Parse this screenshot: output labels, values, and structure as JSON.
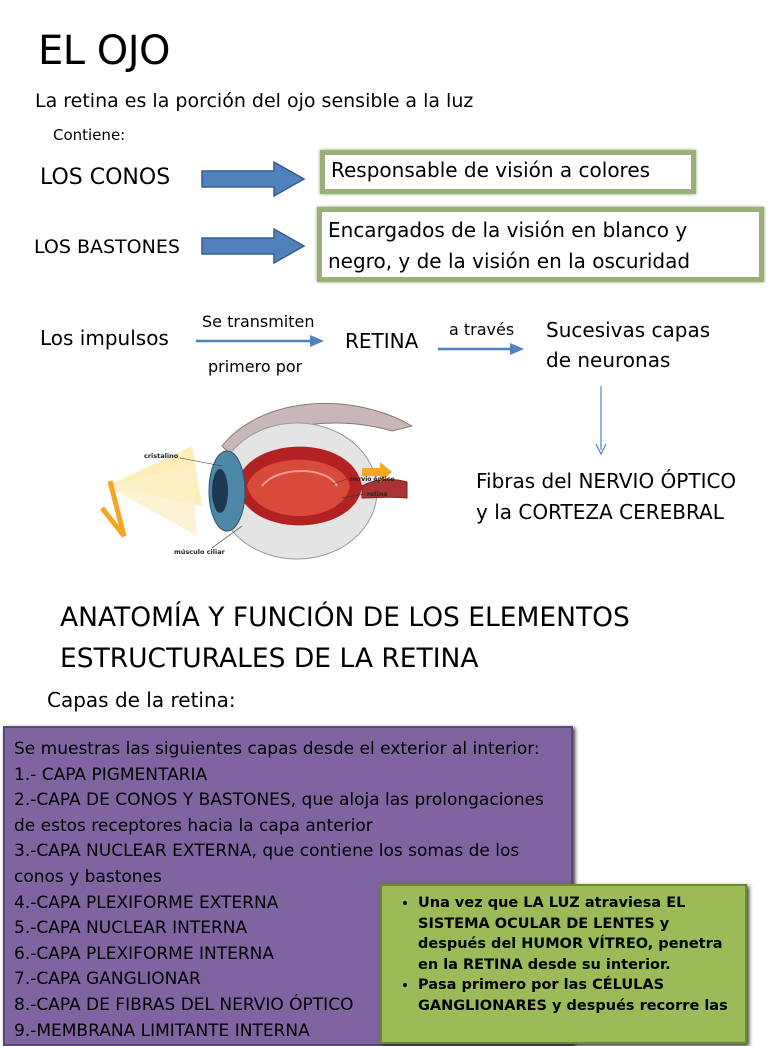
{
  "header": {
    "title": "EL OJO",
    "subtitle": "La retina es la porción del ojo sensible a la luz",
    "contiene": "Contiene:"
  },
  "receptors": [
    {
      "label": "LOS CONOS",
      "description": "Responsable de visión a colores"
    },
    {
      "label": "LOS BASTONES",
      "description_line1": "Encargados de la visión en blanco y",
      "description_line2": "negro, y de la visión en la oscuridad"
    }
  ],
  "flow": {
    "impulsos": "Los impulsos",
    "se_transmiten": "Se transmiten",
    "primero_por": "primero por",
    "retina": "RETINA",
    "a_traves": "a través",
    "capas_line1": "Sucesivas capas",
    "capas_line2": "de neuronas",
    "fibras_line1": "Fibras del NERVIO ÓPTICO",
    "fibras_line2": "y la CORTEZA CEREBRAL"
  },
  "eye_labels": {
    "cristalino": "cristalino",
    "nervio": "nervio óptico",
    "retina": "retina",
    "musculo": "músculo ciliar"
  },
  "section": {
    "heading_line1": "ANATOMÍA Y FUNCIÓN DE LOS ELEMENTOS",
    "heading_line2": "ESTRUCTURALES DE LA RETINA",
    "capas_label": "Capas de la retina:"
  },
  "layers_box": {
    "intro": "Se muestras las siguientes capas desde el exterior al interior:",
    "items": [
      "1.- CAPA PIGMENTARIA",
      "2.-CAPA DE CONOS Y BASTONES, que aloja las prolongaciones de estos receptores hacia la capa anterior",
      "3.-CAPA NUCLEAR EXTERNA, que contiene los somas de los conos y bastones",
      "4.-CAPA PLEXIFORME EXTERNA",
      "5.-CAPA NUCLEAR INTERNA",
      "6.-CAPA PLEXIFORME INTERNA",
      "7.-CAPA GANGLIONAR",
      "8.-CAPA DE FIBRAS DEL NERVIO ÓPTICO",
      "9.-MEMBRANA LIMITANTE INTERNA"
    ]
  },
  "light_box": {
    "bullets": [
      "Una vez que LA LUZ atraviesa EL SISTEMA OCULAR DE LENTES y después del HUMOR VÍTREO, penetra en la RETINA desde su interior.",
      "Pasa primero por las CÉLULAS GANGLIONARES y después recorre las"
    ]
  },
  "colors": {
    "arrow_blue": "#4f81bd",
    "green_border": "#9bb078",
    "purple_box": "#8064a2",
    "green_box": "#9bbb59"
  }
}
